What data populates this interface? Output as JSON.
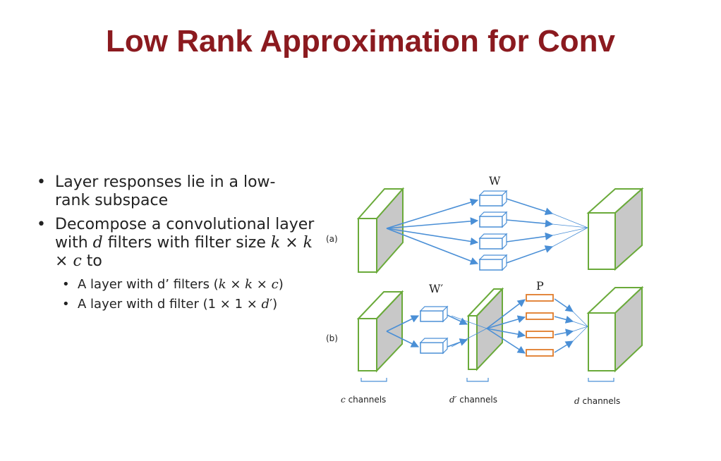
{
  "title": "Low Rank Approximation for Conv",
  "bullets": [
    "Layer responses lie in a low-rank subspace",
    "Decompose a convolutional layer with d filters with filter size k × k × c to"
  ],
  "sub_bullets": [
    "A layer with d’ filters (k × k × c)",
    "A layer with d filter (1 × 1 × d’)"
  ],
  "diagram": {
    "label_a": "(a)",
    "label_b": "(b)",
    "label_W": "W",
    "label_Wprime": "W′",
    "label_P": "P",
    "caption_c": "channels",
    "caption_c_var": "c",
    "caption_dprime": "channels",
    "caption_dprime_var": "d′",
    "caption_d": "channels",
    "caption_d_var": "d",
    "colors": {
      "arrow": "#4a8fd6",
      "block_edge": "#6aaa3a",
      "shade": "#c8c8c8",
      "filter_edge": "#4a8fd6",
      "p_edge": "#e07b2a"
    }
  }
}
